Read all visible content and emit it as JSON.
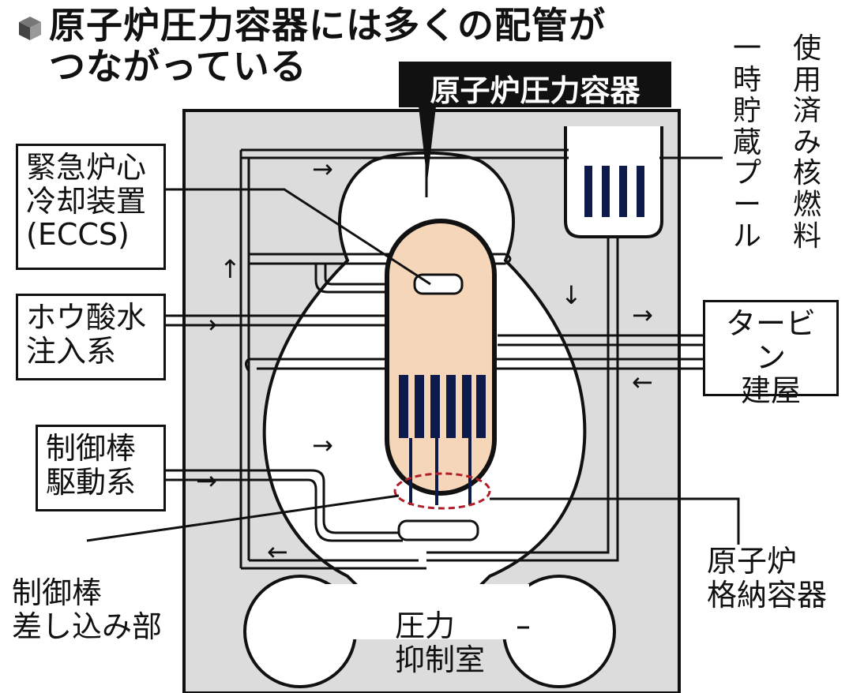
{
  "title": {
    "line1": "原子炉圧力容器には多くの配管が",
    "line2": "つながっている",
    "bullet_icon": "cube-icon"
  },
  "labels": {
    "pressure_vessel": "原子炉圧力容器",
    "eccs": [
      "緊急炉心",
      "冷却装置",
      "(ECCS)"
    ],
    "boric_water": [
      "ホウ酸水",
      "注入系"
    ],
    "control_rod_drive": [
      "制御棒",
      "駆動系"
    ],
    "control_rod_insertion": [
      "制御棒",
      "差し込み部"
    ],
    "spent_fuel_pool": [
      "使用済み核燃料",
      "一時貯蔵プール"
    ],
    "turbine_building": [
      "タービン",
      "建屋"
    ],
    "containment_vessel": [
      "原子炉",
      "格納容器"
    ],
    "suppression_chamber": [
      "圧力",
      "抑制室"
    ]
  },
  "colors": {
    "background": "#ffffff",
    "building": "#dcdcdc",
    "vessel_fill": "#f5d6b8",
    "fuel_rods": "#0d1a4a",
    "outline": "#111111",
    "insertion_highlight": "#b01e2a"
  },
  "arrow_glyphs": {
    "right": "→",
    "left": "←",
    "up": "↑",
    "down": "↓"
  }
}
